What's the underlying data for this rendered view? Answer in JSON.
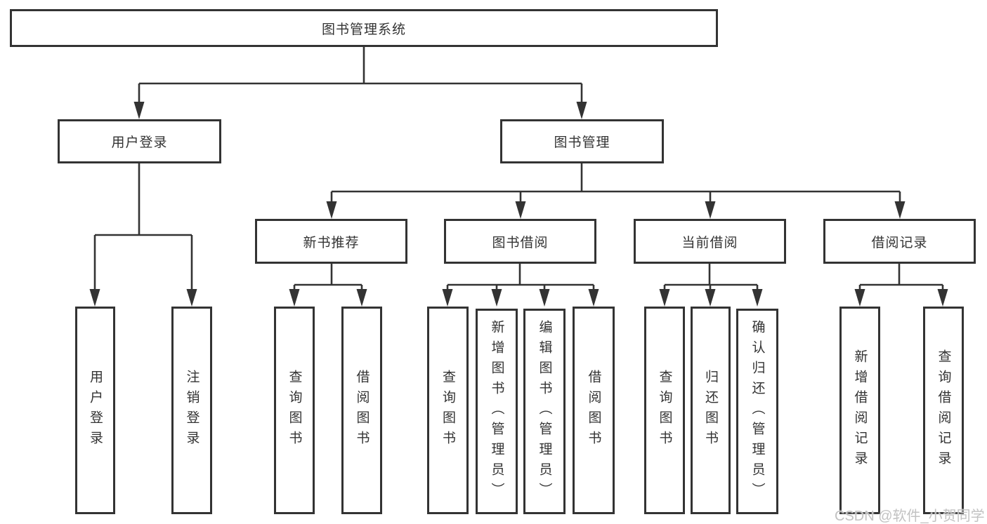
{
  "diagram_title": "图书管理系统",
  "tree": {
    "label": "图书管理系统",
    "children": [
      {
        "label": "用户登录",
        "children": [
          {
            "label": "用户登录"
          },
          {
            "label": "注销登录"
          }
        ]
      },
      {
        "label": "图书管理",
        "children": [
          {
            "label": "新书推荐",
            "children": [
              {
                "label": "查询图书"
              },
              {
                "label": "借阅图书"
              }
            ]
          },
          {
            "label": "图书借阅",
            "children": [
              {
                "label": "查询图书"
              },
              {
                "label": "新增图书（管理员）"
              },
              {
                "label": "编辑图书（管理员）"
              },
              {
                "label": "借阅图书"
              }
            ]
          },
          {
            "label": "当前借阅",
            "children": [
              {
                "label": "查询图书"
              },
              {
                "label": "归还图书"
              },
              {
                "label": "确认归还（管理员）"
              }
            ]
          },
          {
            "label": "借阅记录",
            "children": [
              {
                "label": "新增借阅记录"
              },
              {
                "label": "查询借阅记录"
              }
            ]
          }
        ]
      }
    ]
  },
  "watermark": {
    "text": "CSDN @软件_小贺同学"
  },
  "colors": {
    "line": "#333333",
    "text": "#333333",
    "background": "#ffffff",
    "watermark": "#c2c2c2"
  }
}
